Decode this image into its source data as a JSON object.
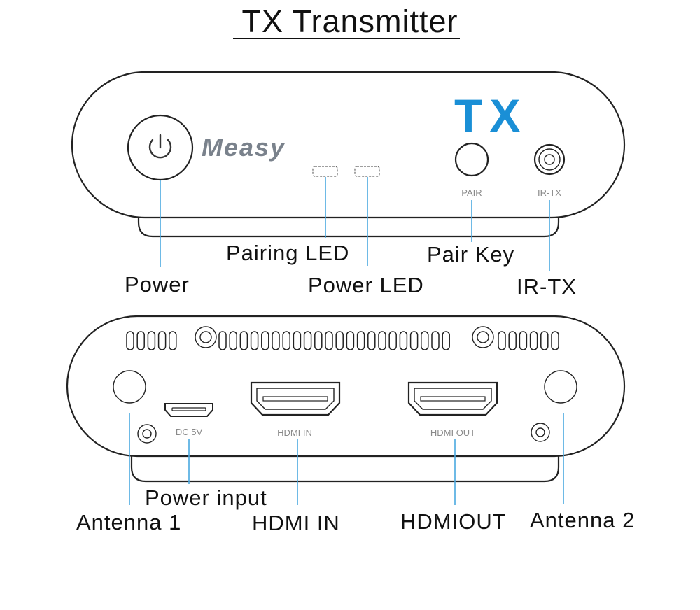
{
  "title": "TX Transmitter",
  "brand": "Measy",
  "model_badge": "TX",
  "colors": {
    "badge": "#1a8fd6",
    "brand": "#7a828c",
    "leader": "#4aa8e0"
  },
  "front_panel": {
    "icons": [
      "power-icon"
    ],
    "silkscreen": {
      "pair": "PAIR",
      "ir_tx": "IR-TX"
    },
    "callouts": {
      "power": "Power",
      "pairing_led": "Pairing LED",
      "power_led": "Power LED",
      "pair_key": "Pair Key",
      "ir_tx": "IR-TX"
    }
  },
  "rear_panel": {
    "silkscreen": {
      "dc": "DC 5V",
      "hdmi_in": "HDMI IN",
      "hdmi_out": "HDMI OUT"
    },
    "callouts": {
      "power_input": "Power input",
      "antenna_1": "Antenna 1",
      "hdmi_in": "HDMI IN",
      "hdmi_out": "HDMIOUT",
      "antenna_2": "Antenna 2"
    }
  }
}
